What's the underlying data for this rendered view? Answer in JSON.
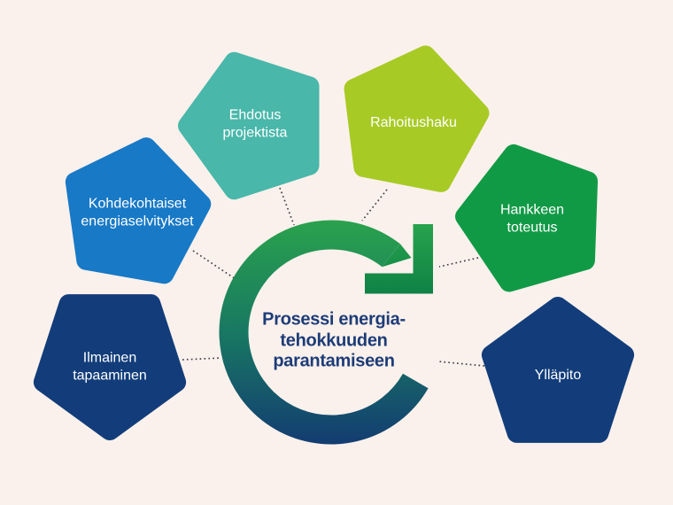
{
  "background": "#fbf1ec",
  "connector_color": "#41414b",
  "label_text_color": "#ffffff",
  "center": {
    "title": "Prosessi energia-\ntehokkuuden\nparantamiseen",
    "text_color": "#1d3c78",
    "arrow_gradient": {
      "top": "#2aa24d",
      "middle": "#187862",
      "bottom": "#133c72"
    },
    "arrowhead_gradient": {
      "top": "#28a34d",
      "bottom": "#0e8245"
    }
  },
  "steps": [
    {
      "label": "Ilmainen\ntapaaminen",
      "color": "#123d7a"
    },
    {
      "label": "Kohdekohtaiset\nenergiaselvitykset",
      "color": "#1879c6"
    },
    {
      "label": "Ehdotus\nprojektista",
      "color": "#49b7aa"
    },
    {
      "label": "Rahoitushaku",
      "color": "#a8ca25"
    },
    {
      "label": "Hankkeen\ntoteutus",
      "color": "#119a46"
    },
    {
      "label": "Ylläpito",
      "color": "#123d7a"
    }
  ]
}
